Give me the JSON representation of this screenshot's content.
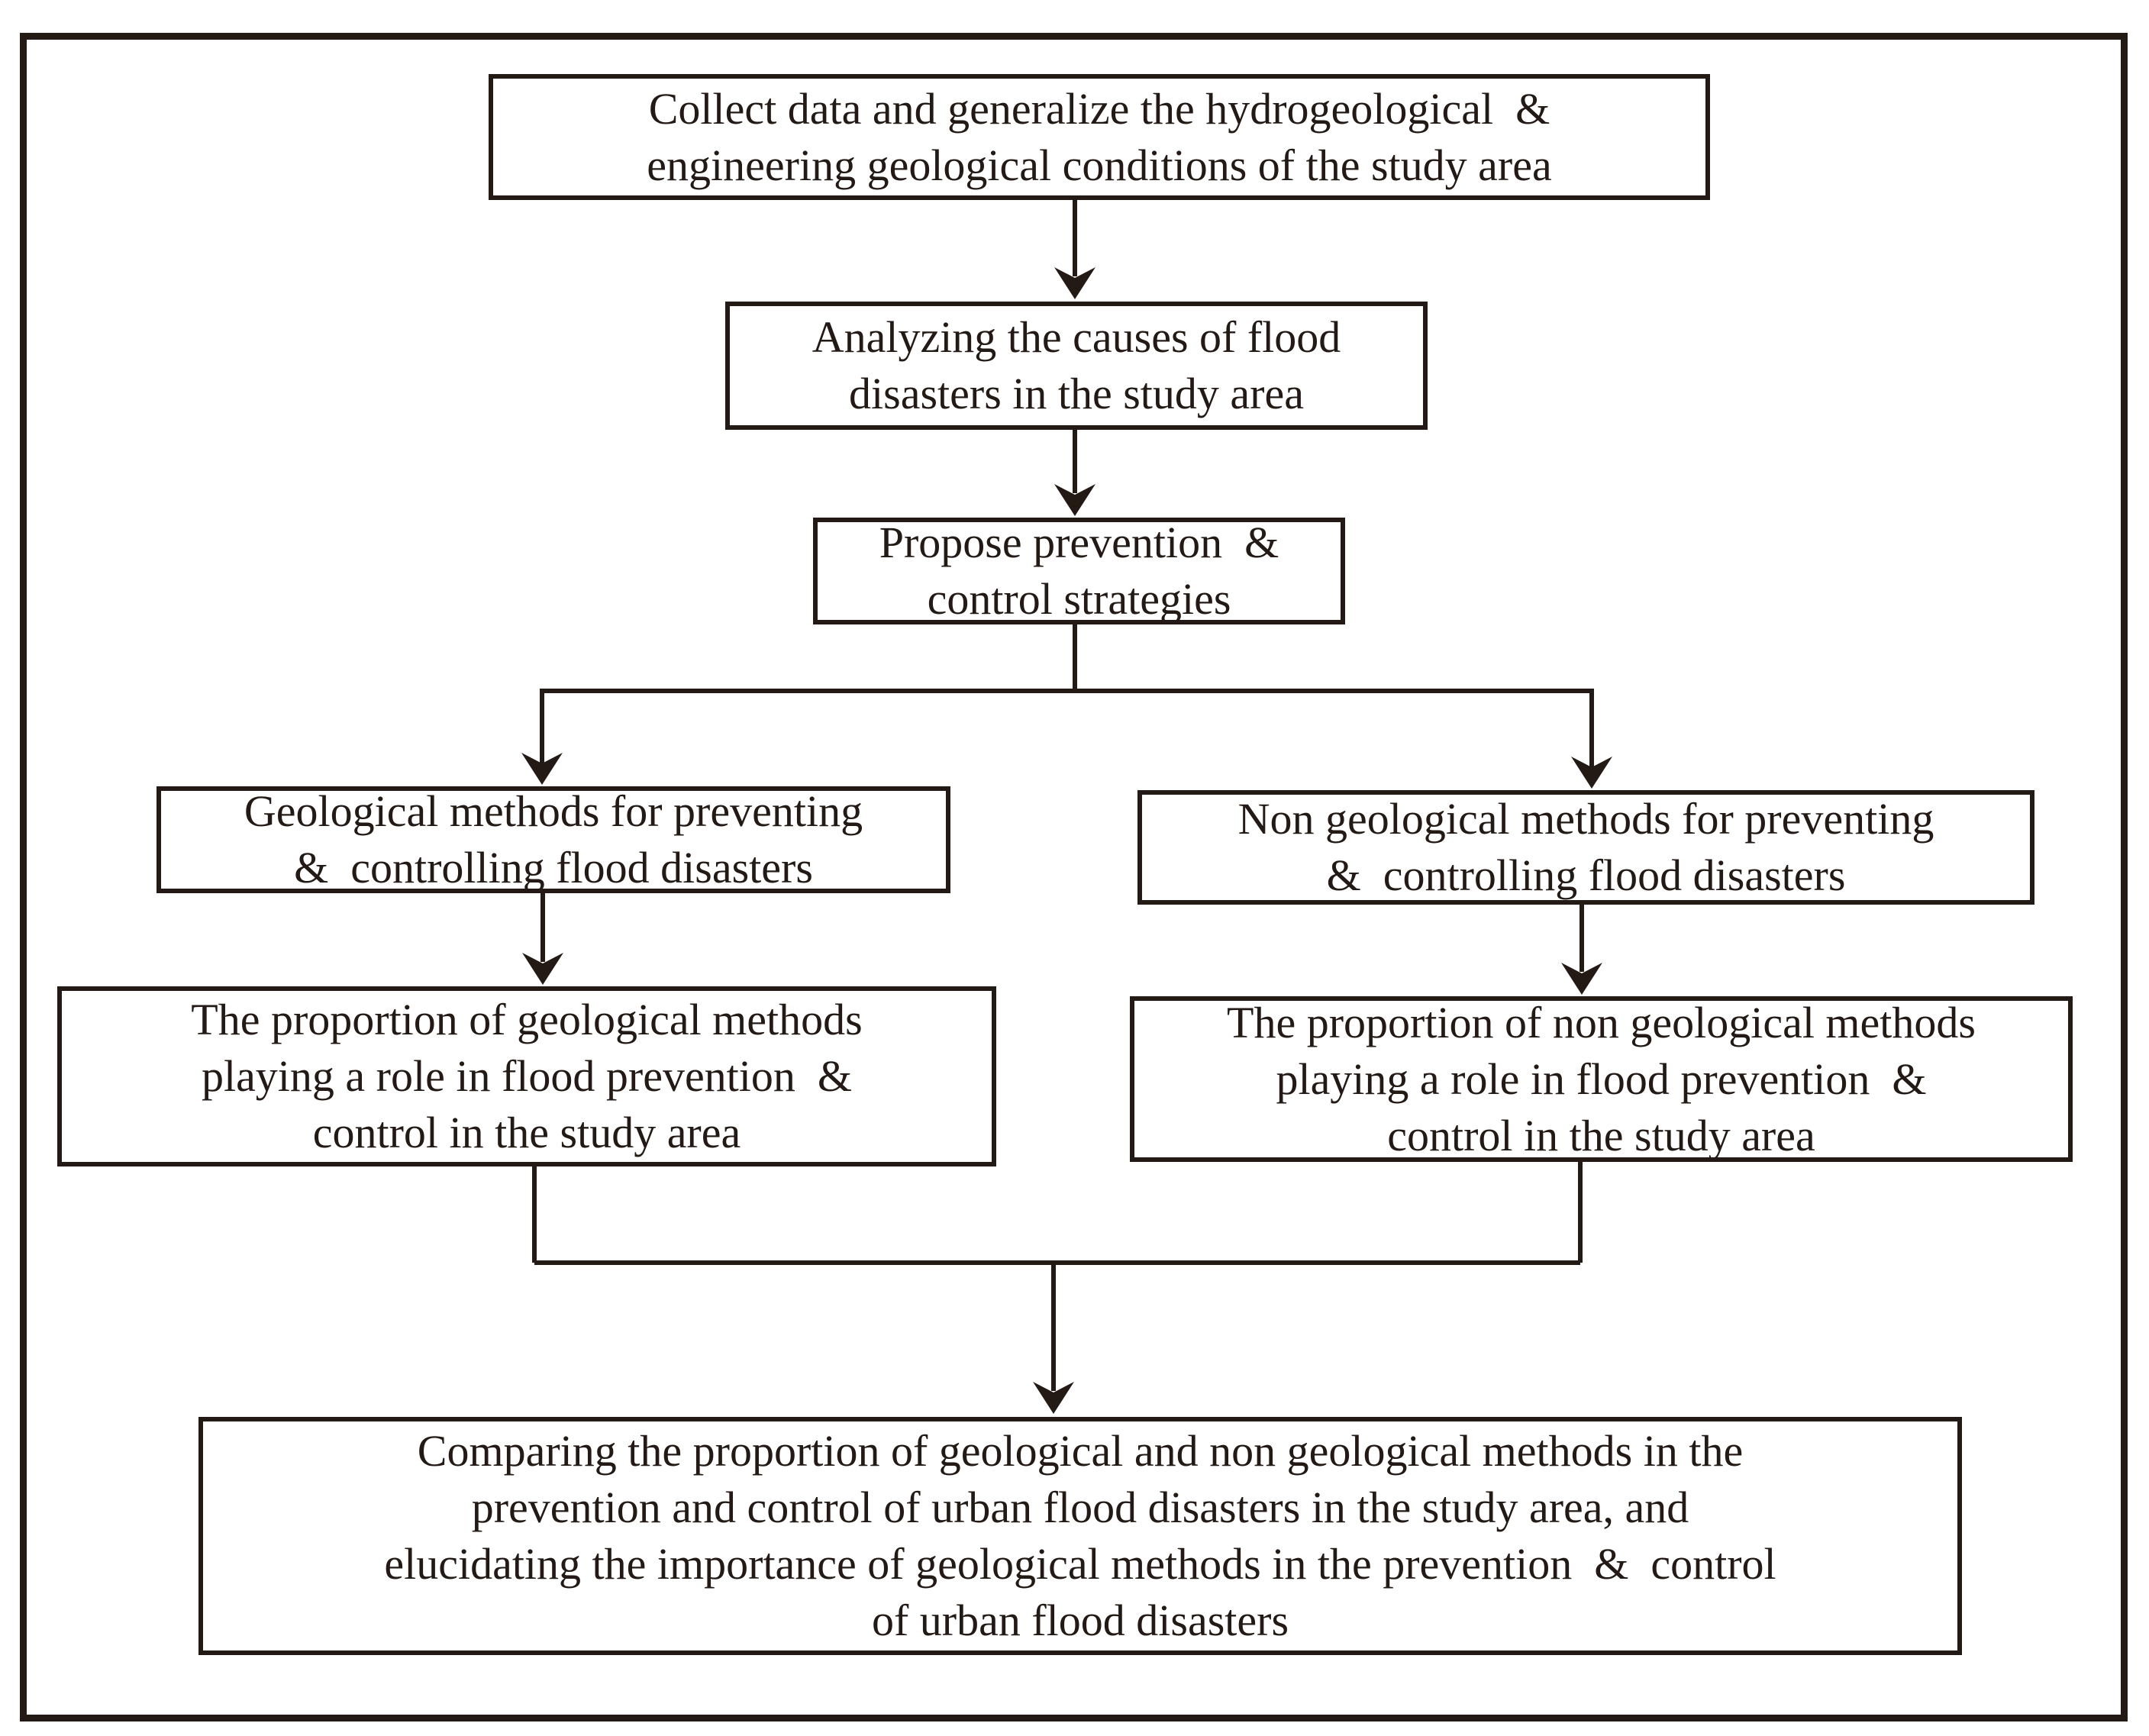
{
  "figure": {
    "type": "flowchart",
    "colors": {
      "ink": "#231a16",
      "background": "#ffffff"
    },
    "nodes": [
      {
        "id": "collect-data",
        "lines": [
          "Collect data and generalize the hydrogeological  &",
          "engineering geological conditions of the study area"
        ]
      },
      {
        "id": "analyze-causes",
        "lines": [
          "Analyzing the causes of flood",
          "disasters in the study area"
        ]
      },
      {
        "id": "propose-strategies",
        "lines": [
          "Propose prevention  &",
          "control strategies"
        ]
      },
      {
        "id": "geological-methods",
        "lines": [
          "Geological methods for preventing",
          "&  controlling flood disasters"
        ]
      },
      {
        "id": "non-geological-methods",
        "lines": [
          "Non geological methods for preventing",
          "&  controlling flood disasters"
        ]
      },
      {
        "id": "geological-proportion",
        "lines": [
          "The proportion of geological methods",
          "playing a role in flood prevention  &",
          "control in the study area"
        ]
      },
      {
        "id": "non-geological-proportion",
        "lines": [
          "The proportion of non geological methods",
          "playing a role in flood prevention  &",
          "control in the study area"
        ]
      },
      {
        "id": "comparison-conclusion",
        "lines": [
          "Comparing the proportion of geological and non geological methods in the",
          "prevention and control of urban flood disasters in the study area, and",
          "elucidating the importance of geological methods in the prevention  &  control",
          "of urban flood disasters"
        ]
      }
    ]
  }
}
